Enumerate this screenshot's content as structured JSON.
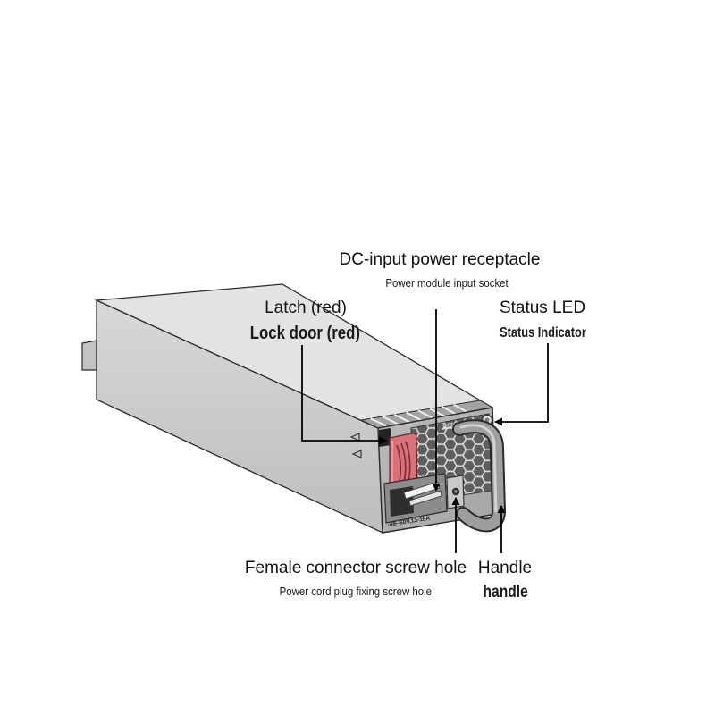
{
  "callouts": {
    "dc_input": {
      "title": "DC-input power receptacle",
      "subtitle": "Power module input socket"
    },
    "latch": {
      "title": "Latch (red)",
      "subtitle": "Lock door (red)"
    },
    "status_led": {
      "title": "Status LED",
      "subtitle": "Status Indicator"
    },
    "screw_hole": {
      "title": "Female connector screw hole",
      "subtitle": "Power cord plug fixing screw hole"
    },
    "handle": {
      "title": "Handle",
      "subtitle": "handle"
    }
  },
  "module": {
    "model_label": "PSR650-12D",
    "rating_label": "-48--60V,13-18A"
  },
  "colors": {
    "top_face": "#e3e3e3",
    "front_panel": "#b2b2b2",
    "latch": "#d9717b",
    "handle": "#9e9e9e",
    "callout_line": "#000000"
  }
}
